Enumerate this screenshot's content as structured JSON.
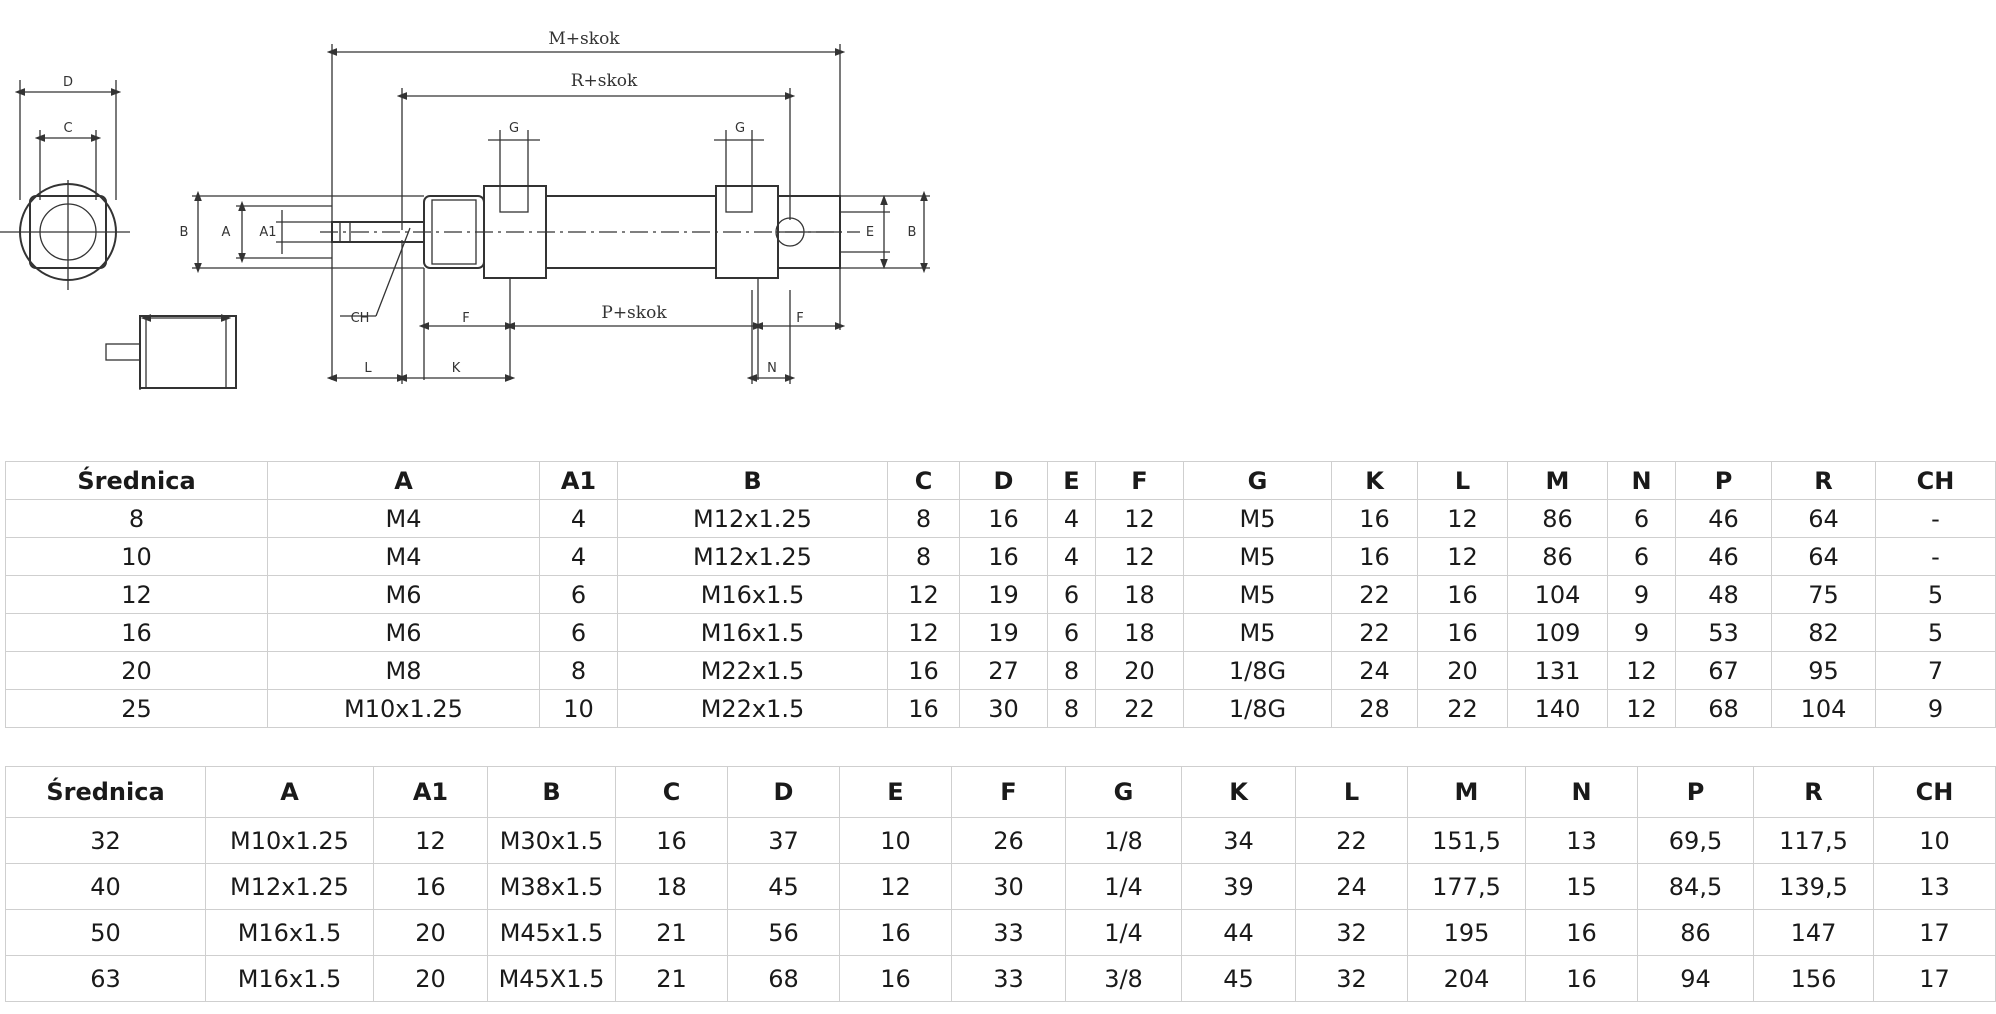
{
  "drawing": {
    "labels": {
      "m_skok": "M+skok",
      "r_skok": "R+skok",
      "p_skok": "P+skok",
      "d": "D",
      "c": "C",
      "g_left": "G",
      "g_right": "G",
      "b_left": "B",
      "a": "A",
      "a1": "A1",
      "e": "E",
      "b_right": "B",
      "ch": "CH",
      "f_left": "F",
      "f_right": "F",
      "l": "L",
      "k": "K",
      "n": "N"
    }
  },
  "table1": {
    "headers": [
      "Średnica",
      "A",
      "A1",
      "B",
      "C",
      "D",
      "E",
      "F",
      "G",
      "K",
      "L",
      "M",
      "N",
      "P",
      "R",
      "CH"
    ],
    "rows": [
      [
        "8",
        "M4",
        "4",
        "M12x1.25",
        "8",
        "16",
        "4",
        "12",
        "M5",
        "16",
        "12",
        "86",
        "6",
        "46",
        "64",
        "-"
      ],
      [
        "10",
        "M4",
        "4",
        "M12x1.25",
        "8",
        "16",
        "4",
        "12",
        "M5",
        "16",
        "12",
        "86",
        "6",
        "46",
        "64",
        "-"
      ],
      [
        "12",
        "M6",
        "6",
        "M16x1.5",
        "12",
        "19",
        "6",
        "18",
        "M5",
        "22",
        "16",
        "104",
        "9",
        "48",
        "75",
        "5"
      ],
      [
        "16",
        "M6",
        "6",
        "M16x1.5",
        "12",
        "19",
        "6",
        "18",
        "M5",
        "22",
        "16",
        "109",
        "9",
        "53",
        "82",
        "5"
      ],
      [
        "20",
        "M8",
        "8",
        "M22x1.5",
        "16",
        "27",
        "8",
        "20",
        "1/8G",
        "24",
        "20",
        "131",
        "12",
        "67",
        "95",
        "7"
      ],
      [
        "25",
        "M10x1.25",
        "10",
        "M22x1.5",
        "16",
        "30",
        "8",
        "22",
        "1/8G",
        "28",
        "22",
        "140",
        "12",
        "68",
        "104",
        "9"
      ]
    ]
  },
  "table2": {
    "headers": [
      "Średnica",
      "A",
      "A1",
      "B",
      "C",
      "D",
      "E",
      "F",
      "G",
      "K",
      "L",
      "M",
      "N",
      "P",
      "R",
      "CH"
    ],
    "rows": [
      [
        "32",
        "M10x1.25",
        "12",
        "M30x1.5",
        "16",
        "37",
        "10",
        "26",
        "1/8",
        "34",
        "22",
        "151,5",
        "13",
        "69,5",
        "117,5",
        "10"
      ],
      [
        "40",
        "M12x1.25",
        "16",
        "M38x1.5",
        "18",
        "45",
        "12",
        "30",
        "1/4",
        "39",
        "24",
        "177,5",
        "15",
        "84,5",
        "139,5",
        "13"
      ],
      [
        "50",
        "M16x1.5",
        "20",
        "M45x1.5",
        "21",
        "56",
        "16",
        "33",
        "1/4",
        "44",
        "32",
        "195",
        "16",
        "86",
        "147",
        "17"
      ],
      [
        "63",
        "M16x1.5",
        "20",
        "M45X1.5",
        "21",
        "68",
        "16",
        "33",
        "3/8",
        "45",
        "32",
        "204",
        "16",
        "94",
        "156",
        "17"
      ]
    ]
  }
}
